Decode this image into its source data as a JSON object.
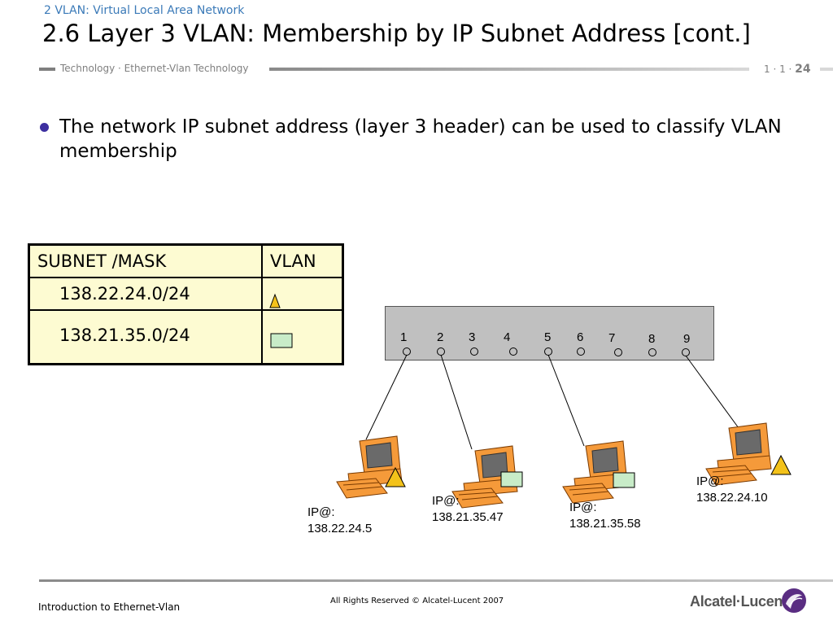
{
  "header": {
    "section": "2 VLAN: Virtual Local Area Network",
    "title": "2.6 Layer 3 VLAN: Membership by IP Subnet Address [cont.]",
    "breadcrumb": "Technology · Ethernet-Vlan Technology",
    "page_prefix": "1 · 1 · ",
    "page_number": "24"
  },
  "bullet": "The network IP subnet address (layer 3 header) can be used to classify VLAN membership",
  "table": {
    "headers": [
      "SUBNET /MASK",
      "VLAN"
    ],
    "rows": [
      {
        "subnet": "138.22.24.0/24",
        "vlan_symbol": "triangle"
      },
      {
        "subnet": "138.21.35.0/24",
        "vlan_symbol": "rectangle"
      }
    ]
  },
  "switch": {
    "ports": [
      "1",
      "2",
      "3",
      "4",
      "5",
      "6",
      "7",
      "8",
      "9"
    ]
  },
  "hosts": [
    {
      "ip_label": "IP@:",
      "ip": "138.22.24.5",
      "vlan_symbol": "triangle",
      "port": "1"
    },
    {
      "ip_label": "IP@:",
      "ip": "138.21.35.47",
      "vlan_symbol": "rectangle",
      "port": "2"
    },
    {
      "ip_label": "IP@:",
      "ip": "138.21.35.58",
      "vlan_symbol": "rectangle",
      "port": "5"
    },
    {
      "ip_label": "IP@:",
      "ip": "138.22.24.10",
      "vlan_symbol": "triangle",
      "port": "9"
    }
  ],
  "colors": {
    "triangle": "#f3c21a",
    "rectangle": "#c8ecc8",
    "table_bg": "#fdfbd2",
    "switch_bg": "#c0c0c0",
    "computer": "#f59a3a",
    "accent": "#3b7ab8"
  },
  "footer": {
    "course": "Introduction to Ethernet-Vlan",
    "copyright": "All Rights Reserved © Alcatel-Lucent 2007",
    "logo": "Alcatel·Lucent"
  }
}
